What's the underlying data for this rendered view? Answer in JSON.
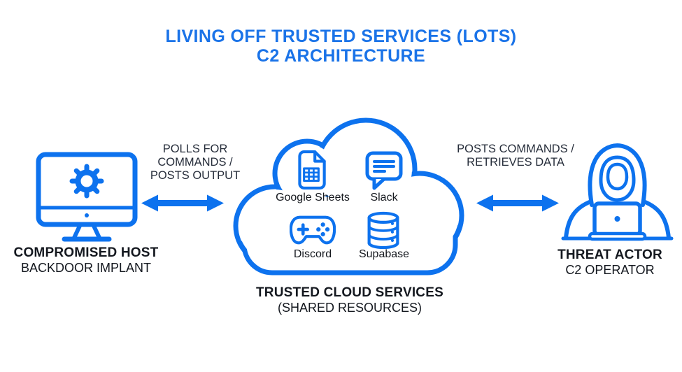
{
  "title": {
    "line1": "LIVING OFF TRUSTED SERVICES (LOTS)",
    "line2": "C2 ARCHITECTURE"
  },
  "colors": {
    "accent_blue": "#0d72ee",
    "title_blue": "#1a73e8",
    "text_dark": "#14181f",
    "link_text": "#262d3a",
    "background": "#ffffff"
  },
  "nodes": {
    "compromised_host": {
      "icon": "monitor-gear-icon",
      "label": "COMPROMISED HOST",
      "sublabel": "BACKDOOR IMPLANT"
    },
    "cloud": {
      "icon": "cloud-icon",
      "label": "TRUSTED CLOUD SERVICES",
      "sublabel": "(SHARED RESOURCES)",
      "services": [
        {
          "name": "Google Sheets",
          "icon": "google-sheets-icon"
        },
        {
          "name": "Slack",
          "icon": "slack-icon"
        },
        {
          "name": "Discord",
          "icon": "discord-icon"
        },
        {
          "name": "Supabase",
          "icon": "supabase-icon"
        }
      ]
    },
    "threat_actor": {
      "icon": "hacker-icon",
      "label": "THREAT ACTOR",
      "sublabel": "C2 OPERATOR"
    }
  },
  "links": {
    "left": {
      "icon": "bidirectional-arrow-icon",
      "line1": "POLLS FOR COMMANDS /",
      "line2": "POSTS OUTPUT"
    },
    "right": {
      "icon": "bidirectional-arrow-icon",
      "line1": "POSTS COMMANDS /",
      "line2": "RETRIEVES DATA"
    }
  }
}
